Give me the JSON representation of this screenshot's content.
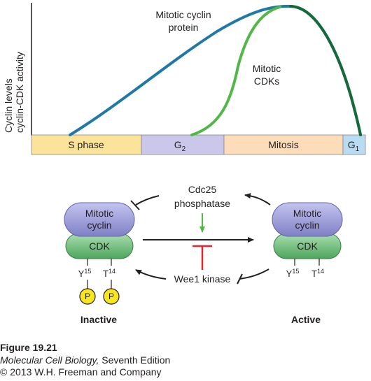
{
  "graph": {
    "y_label_line1": "Cyclin levels",
    "y_label_line2": "cyclin-CDK activity",
    "cyclin_label_line1": "Mitotic cyclin",
    "cyclin_label_line2": "protein",
    "cdk_label_line1": "Mitotic",
    "cdk_label_line2": "CDKs",
    "phases": [
      {
        "label": "S phase",
        "color": "#fbe49a"
      },
      {
        "label": "G",
        "sub": "2",
        "color": "#c9c7ea"
      },
      {
        "label": "Mitosis",
        "color": "#fdddb9"
      },
      {
        "label": "G",
        "sub": "1",
        "color": "#b9dcf2"
      }
    ],
    "cyclin_curve_color": "#1f79a4",
    "cdk_curve_color": "#51b848"
  },
  "regulation": {
    "cdc25_line1": "Cdc25",
    "cdc25_line2": "phosphatase",
    "wee1_label": "Wee1 kinase",
    "complex_cyclin_line1": "Mitotic",
    "complex_cyclin_line2": "cyclin",
    "complex_cdk": "CDK",
    "residue_y": "Y",
    "residue_y_num": "15",
    "residue_t": "T",
    "residue_t_num": "14",
    "phospho": "P",
    "inactive_label": "Inactive",
    "active_label": "Active",
    "cyclin_color": "#8f8fd3",
    "cdk_color": "#5fb66b",
    "phospho_color": "#f8e71c",
    "activate_arrow_color": "#51b848",
    "inhibit_color": "#e3262f"
  },
  "caption": {
    "figure": "Figure 19.21",
    "book_title": "Molecular Cell Biology,",
    "edition": " Seventh Edition",
    "copyright": "© 2013 W.H. Freeman and Company"
  }
}
